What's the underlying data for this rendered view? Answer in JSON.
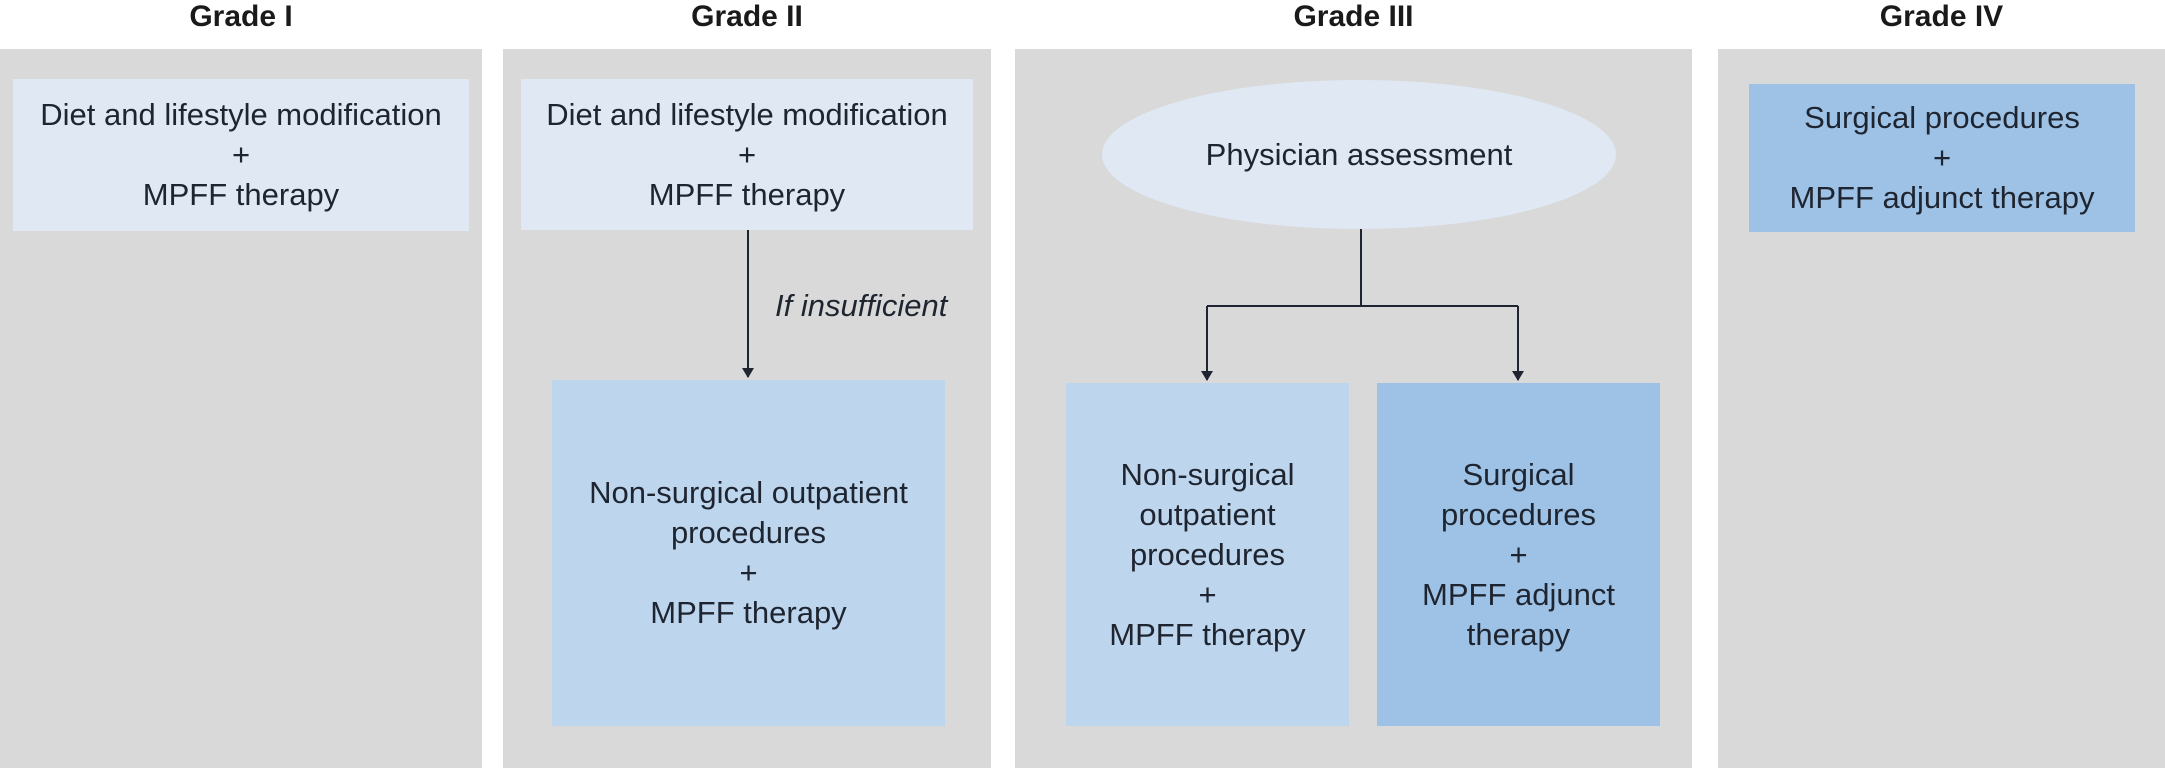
{
  "headers": [
    "Grade I",
    "Grade II",
    "Grade III",
    "Grade IV"
  ],
  "grade1": {
    "box": "Diet and lifestyle modification\n+\nMPFF therapy"
  },
  "grade2": {
    "top_box": "Diet and lifestyle modification\n+\nMPFF therapy",
    "note": "If insufficient",
    "bottom_box": "Non-surgical outpatient\nprocedures\n+\nMPFF therapy"
  },
  "grade3": {
    "assessment": "Physician assessment",
    "left_box": "Non-surgical\noutpatient\nprocedures\n+\nMPFF therapy",
    "right_box": "Surgical\nprocedures\n+\nMPFF adjunct\ntherapy"
  },
  "grade4": {
    "box": "Surgical procedures\n+\nMPFF adjunct therapy"
  },
  "colors": {
    "column_bg": "#d9d9d9",
    "box_light": "#dfe8f3",
    "box_mid": "#bdd6ee",
    "box_dark": "#9dc2e6"
  }
}
